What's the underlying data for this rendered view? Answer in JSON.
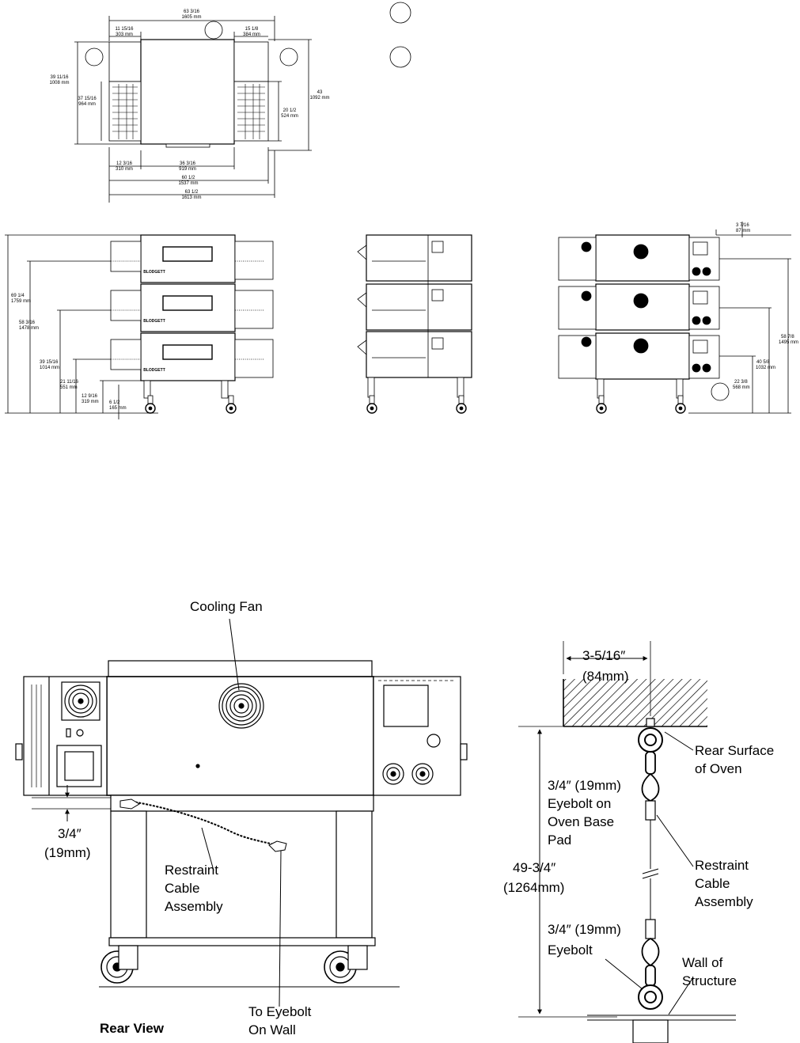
{
  "top_view": {
    "dims": {
      "overall_width": "63 3/16",
      "overall_width_mm": "1605 mm",
      "left_offset": "11 15/16",
      "left_offset_mm": "303 mm",
      "right_offset": "15 1/8",
      "right_offset_mm": "384 mm",
      "depth_left": "39 11/16",
      "depth_left_mm": "1008 mm",
      "conveyor_depth": "37 15/16",
      "conveyor_depth_mm": "964 mm",
      "opening": "20 1/2",
      "opening_mm": "524 mm",
      "overall_depth": "43",
      "overall_depth_mm": "1092 mm",
      "front_left": "12 3/16",
      "front_left_mm": "310 mm",
      "front_center": "36 3/16",
      "front_center_mm": "919 mm",
      "base_width": "60 1/2",
      "base_width_mm": "1537 mm",
      "total_width": "63 1/2",
      "total_width_mm": "1613 mm"
    }
  },
  "front_view": {
    "logo": "BLODGETT",
    "dims": {
      "h1": "69 1/4",
      "h1_mm": "1759 mm",
      "h2": "58 3/16",
      "h2_mm": "1478 mm",
      "h3": "39 15/16",
      "h3_mm": "1014 mm",
      "h4": "21 11/16",
      "h4_mm": "551 mm",
      "h5": "12 9/16",
      "h5_mm": "319 mm",
      "h6": "6 1/2",
      "h6_mm": "165 mm"
    }
  },
  "back_view": {
    "dims": {
      "top_offset": "3 7/16",
      "top_offset_mm": "87 mm",
      "r1": "58 7/8",
      "r1_mm": "1495 mm",
      "r2": "40 5/8",
      "r2_mm": "1032 mm",
      "r3": "22 3/8",
      "r3_mm": "568 mm"
    }
  },
  "rear_view": {
    "cooling_fan": "Cooling Fan",
    "gap_dim": "3/4″",
    "gap_dim_mm": "(19mm)",
    "restraint_line1": "Restraint",
    "restraint_line2": "Cable",
    "restraint_line3": "Assembly",
    "to_eyebolt_line1": "To Eyebolt",
    "to_eyebolt_line2": "On Wall",
    "title": "Rear View"
  },
  "detail": {
    "offset": "3-5/16″",
    "offset_mm": "(84mm)",
    "rear_surface_line1": "Rear Surface",
    "rear_surface_line2": "of Oven",
    "eyebolt_base_line1": "3/4″ (19mm)",
    "eyebolt_base_line2": "Eyebolt on",
    "eyebolt_base_line3": "Oven Base",
    "eyebolt_base_line4": "Pad",
    "height": "49-3/4″",
    "height_mm": "(1264mm)",
    "restraint_line1": "Restraint",
    "restraint_line2": "Cable",
    "restraint_line3": "Assembly",
    "eyebolt_wall_line1": "3/4″ (19mm)",
    "eyebolt_wall_line2": "Eyebolt",
    "wall_line1": "Wall of",
    "wall_line2": "Structure"
  }
}
